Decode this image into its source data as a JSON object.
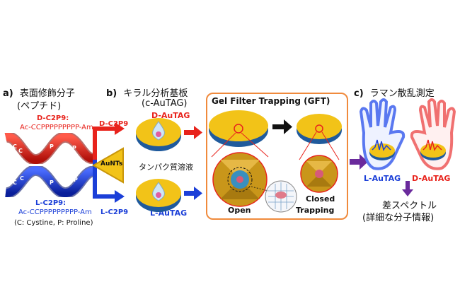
{
  "panel_a": {
    "letter": "a)",
    "title": "表面修飾分子",
    "subtitle": "(ペプチド)",
    "d_name": "D-C2P9:",
    "d_seq": "Ac-CCPPPPPPPPP-Am",
    "l_name": "L-C2P9:",
    "l_seq": "Ac-CCPPPPPPPPP-Am",
    "legend": "(C: Cystine, P: Proline)",
    "helix_letters_d": [
      "C",
      "C",
      "P",
      "P"
    ],
    "helix_letters_l": [
      "C",
      "C",
      "P",
      "P"
    ]
  },
  "panel_b": {
    "letter": "b)",
    "title": "キラル分析基板",
    "subtitle": "(c-AuTAG)",
    "d_peptide": "D-C2P9",
    "l_peptide": "L-C2P9",
    "d_substrate": "D-AuTAG",
    "l_substrate": "L-AuTAG",
    "aunts": "AuNTs",
    "protein_solution": "タンパク質溶液"
  },
  "gft": {
    "title": "Gel Filter Trapping (GFT)",
    "open": "Open",
    "closed": "Closed",
    "trapping": "Trapping"
  },
  "panel_c": {
    "letter": "c)",
    "title": "ラマン散乱測定",
    "l_label": "L-AuTAG",
    "d_label": "D-AuTAG",
    "result_line1": "差スペクトル",
    "result_line2": "(詳細な分子情報)"
  },
  "colors": {
    "red": "#e8231c",
    "blue": "#1b3fd8",
    "gold": "#f2c318",
    "disk_blue": "#2f6fb8",
    "purple": "#6a2a9c",
    "gft_border": "#f08a3c"
  }
}
